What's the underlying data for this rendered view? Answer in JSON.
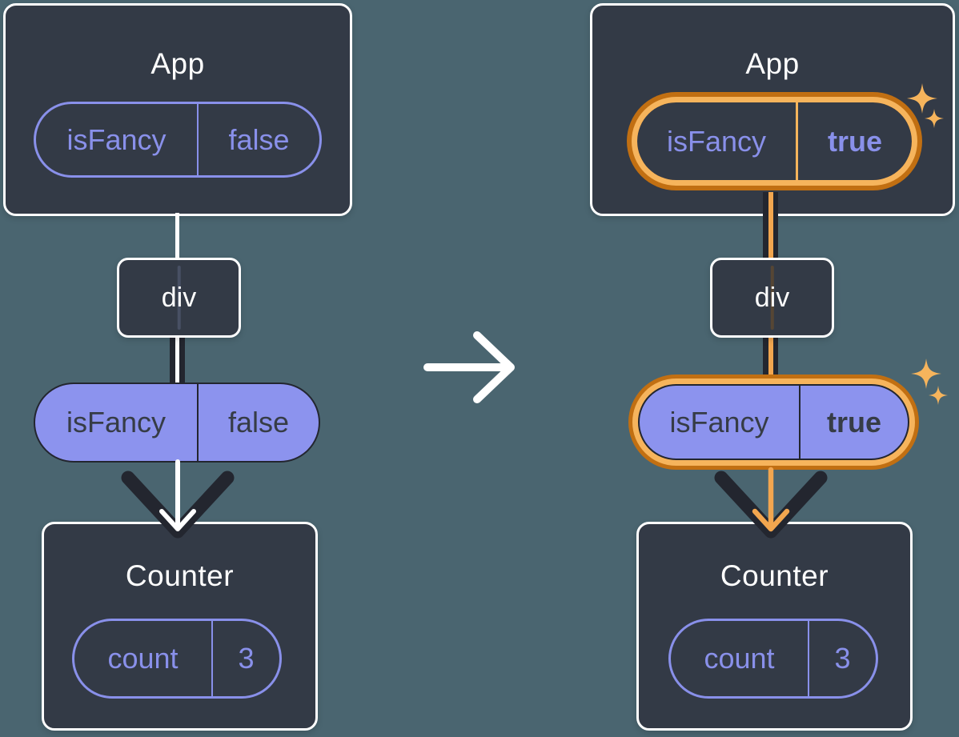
{
  "colors": {
    "background": "#4A6570",
    "card_bg": "#333A46",
    "white": "#FFFFFF",
    "accent_purple": "#8990EA",
    "pill_fill": "#8C93EE",
    "pill_text": "#363C46",
    "line_dark": "#23262F",
    "highlight_orange": "#F6B45C",
    "highlight_orange_dark": "#C16F12",
    "arrow_orange": "#F2A64F",
    "ghost_line_left": "#485064",
    "ghost_line_right": "#564634"
  },
  "icons": {
    "transform": "arrow-right-icon",
    "flow": "arrow-down-icon",
    "highlight": "sparkle-icon"
  },
  "before": {
    "app": {
      "title": "App",
      "prop_name": "isFancy",
      "prop_value": "false"
    },
    "div_node": {
      "label": "div"
    },
    "passed_prop": {
      "name": "isFancy",
      "value": "false"
    },
    "counter": {
      "title": "Counter",
      "state_name": "count",
      "state_value": "3"
    }
  },
  "after": {
    "app": {
      "title": "App",
      "prop_name": "isFancy",
      "prop_value": "true"
    },
    "div_node": {
      "label": "div"
    },
    "passed_prop": {
      "name": "isFancy",
      "value": "true"
    },
    "counter": {
      "title": "Counter",
      "state_name": "count",
      "state_value": "3"
    }
  }
}
